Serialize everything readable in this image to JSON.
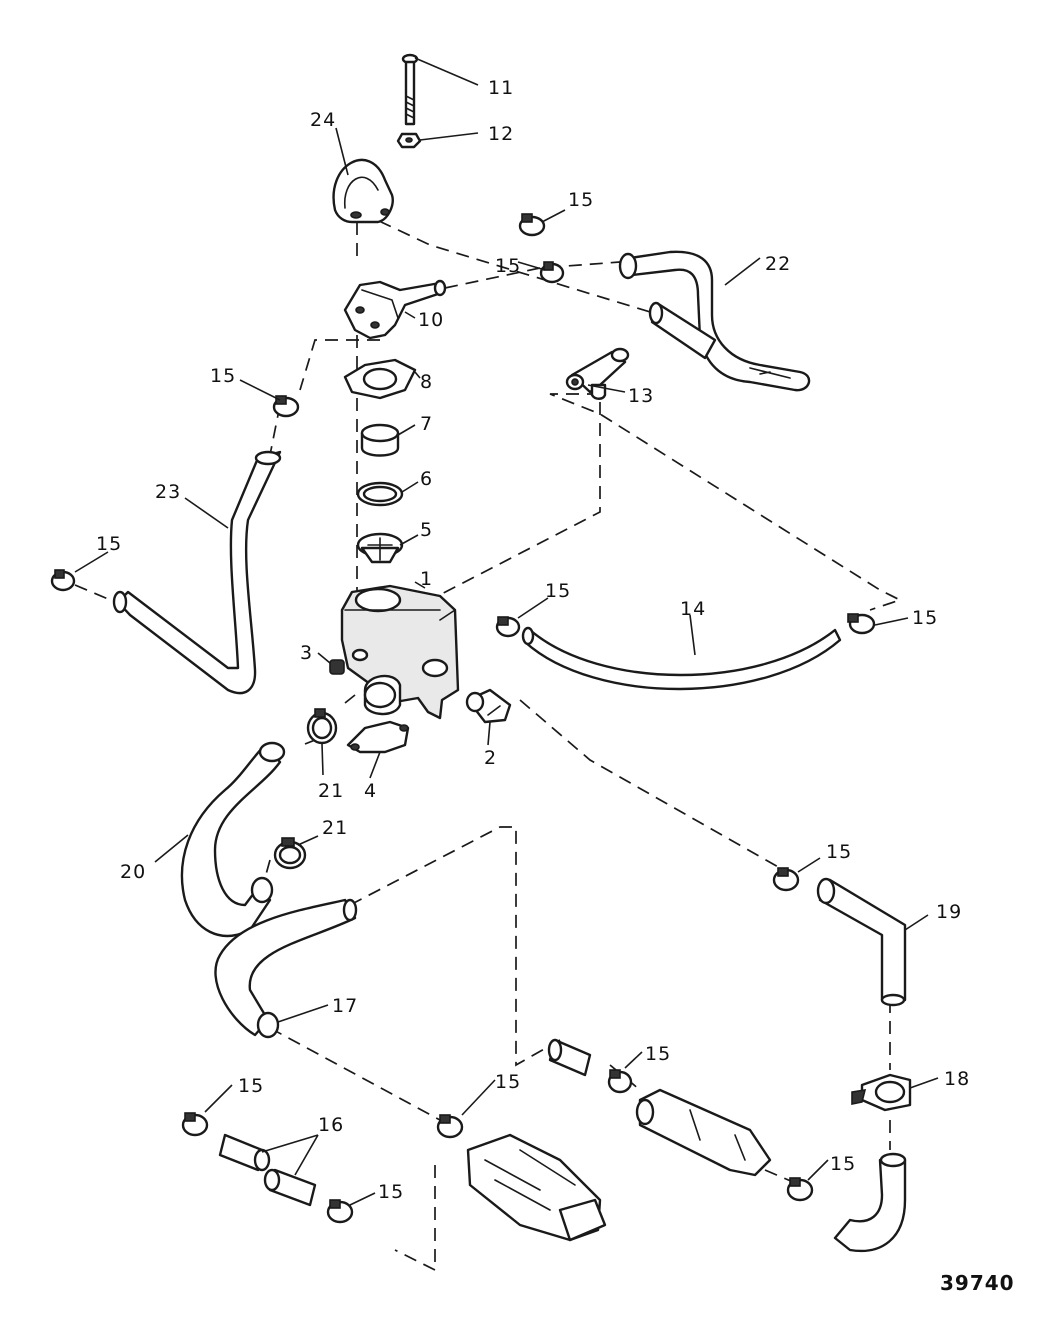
{
  "figure_number": "39740",
  "callouts": {
    "c1": "1",
    "c2": "2",
    "c3": "3",
    "c4": "4",
    "c5": "5",
    "c6": "6",
    "c7": "7",
    "c8": "8",
    "c10": "10",
    "c11": "11",
    "c12": "12",
    "c13": "13",
    "c14": "14",
    "c15": "15",
    "c16": "16",
    "c17": "17",
    "c18": "18",
    "c19": "19",
    "c20": "20",
    "c21": "21",
    "c22": "22",
    "c23": "23",
    "c24": "24"
  }
}
